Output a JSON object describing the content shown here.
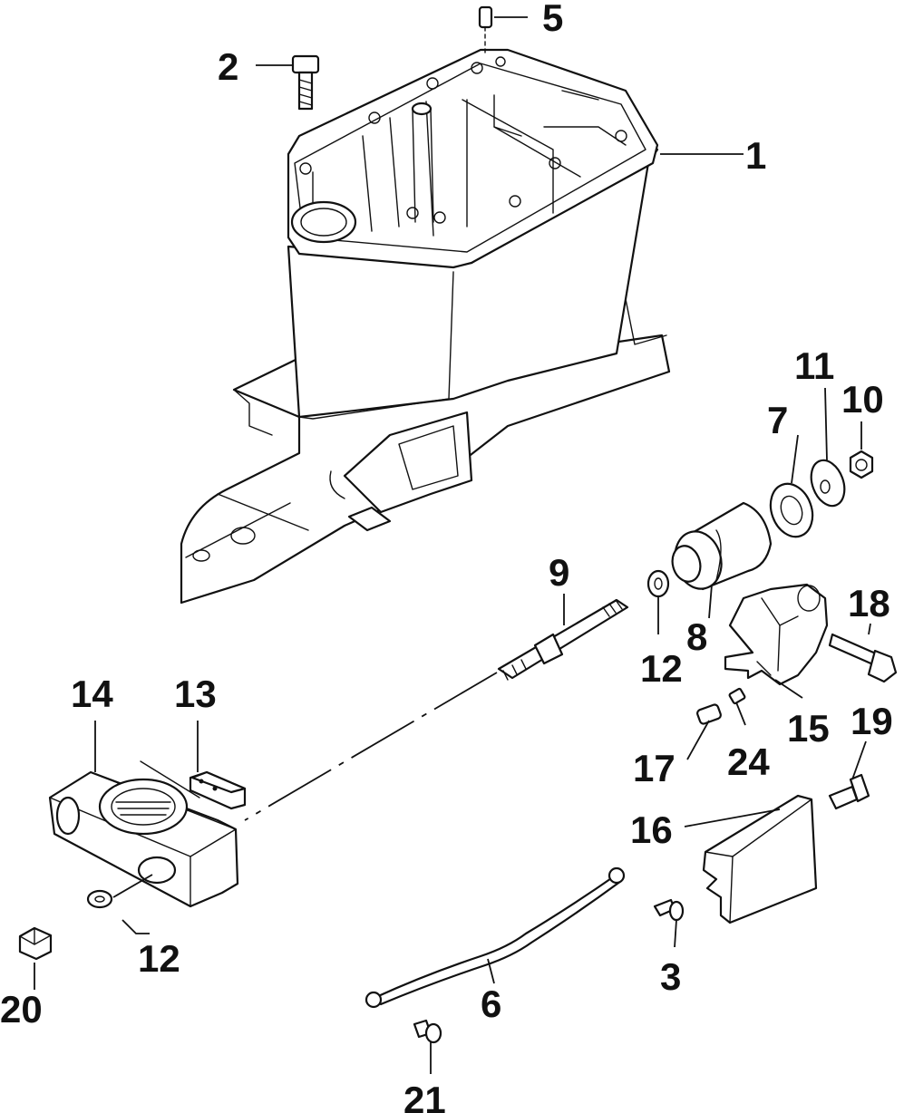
{
  "callouts": {
    "c1": "1",
    "c2": "2",
    "c3": "3",
    "c5": "5",
    "c6": "6",
    "c7": "7",
    "c8": "8",
    "c9": "9",
    "c10": "10",
    "c11": "11",
    "c12a": "12",
    "c12b": "12",
    "c13": "13",
    "c14": "14",
    "c15": "15",
    "c16": "16",
    "c17": "17",
    "c18": "18",
    "c19": "19",
    "c20": "20",
    "c21": "21",
    "c24": "24"
  }
}
